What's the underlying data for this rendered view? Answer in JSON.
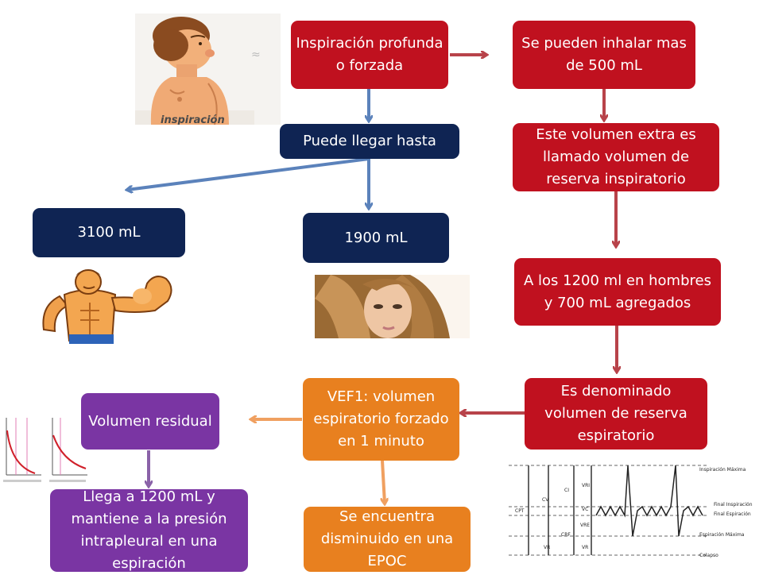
{
  "colors": {
    "red": "#c0111f",
    "navy": "#0f2453",
    "orange": "#e8801f",
    "purple": "#7a35a3",
    "blue_arrow": "#5b82bb",
    "red_arrow": "#b8434a",
    "orange_arrow": "#f0a060",
    "purple_arrow": "#8a62a8"
  },
  "nodes": {
    "inspiracion_forzada": "Inspiración profunda o forzada",
    "inhalar_500": "Se pueden inhalar mas de 500 mL",
    "puede_llegar": "Puede llegar hasta",
    "volumen_extra": "Este volumen extra es llamado volumen de reserva inspiratorio",
    "ml_3100": "3100 mL",
    "ml_1900": "1900 mL",
    "agregados": "A los 1200 ml en hombres y 700 mL agregados",
    "vef1": "VEF1: volumen espiratorio forzado en 1 minuto",
    "reserva_espiratorio": "Es denominado volumen de reserva espiratorio",
    "volumen_residual": "Volumen residual",
    "llega_1200": "Llega a 1200 mL y mantiene a la presión intrapleural en una espiración",
    "epoc": "Se encuentra disminuido en una EPOC"
  },
  "images": {
    "inspiracion_caption": "inspiración",
    "boy_icon": "inhaling-boy-illustration",
    "man_icon": "muscular-man-illustration",
    "woman_icon": "woman-photo",
    "graph_icon": "expiratory-curve-graphs",
    "spirogram_icon": "lung-volume-spirogram"
  },
  "spirogram": {
    "inspiracion_maxima": "Inspiración Máxima",
    "final_inspiracion": "Final Inspiración",
    "final_espiracion": "Final Espiración",
    "espiracion_maxima": "Espiración Máxima",
    "colapso": "Colapso",
    "cpt": "CPT",
    "cv": "CV",
    "ci": "CI",
    "vri": "VRI",
    "vc": "VC",
    "vre": "VRE",
    "crf": "CRF",
    "vr_left": "VR",
    "vr_right": "VR"
  }
}
